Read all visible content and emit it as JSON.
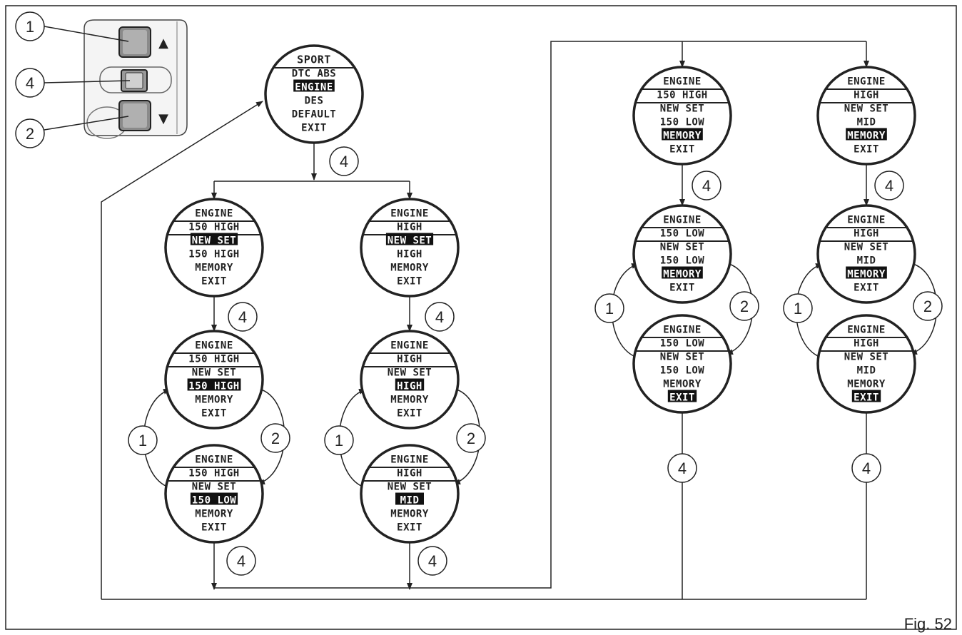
{
  "figure": {
    "label": "Fig. 52"
  },
  "keypad": {
    "callouts": [
      "1",
      "4",
      "2"
    ],
    "up_arrow": "▲",
    "down_arrow": "▼"
  },
  "menus": {
    "sport": {
      "lines": [
        "SPORT",
        "DTC ABS",
        "ENGINE",
        "DES",
        "DEFAULT",
        "EXIT"
      ],
      "highlight": 2
    },
    "a1": {
      "lines": [
        "ENGINE",
        "150 HIGH",
        "NEW SET",
        "150 HIGH",
        "MEMORY",
        "EXIT"
      ],
      "highlight": 2
    },
    "a2": {
      "lines": [
        "ENGINE",
        "150 HIGH",
        "NEW SET",
        "150 HIGH",
        "MEMORY",
        "EXIT"
      ],
      "highlight": 3
    },
    "a3": {
      "lines": [
        "ENGINE",
        "150 HIGH",
        "NEW SET",
        "150 LOW",
        "MEMORY",
        "EXIT"
      ],
      "highlight": 3
    },
    "b1": {
      "lines": [
        "ENGINE",
        "HIGH",
        "NEW SET",
        "HIGH",
        "MEMORY",
        "EXIT"
      ],
      "highlight": 2
    },
    "b2": {
      "lines": [
        "ENGINE",
        "HIGH",
        "NEW SET",
        "HIGH",
        "MEMORY",
        "EXIT"
      ],
      "highlight": 3
    },
    "b3": {
      "lines": [
        "ENGINE",
        "HIGH",
        "NEW SET",
        "MID",
        "MEMORY",
        "EXIT"
      ],
      "highlight": 3
    },
    "c1": {
      "lines": [
        "ENGINE",
        "150 HIGH",
        "NEW SET",
        "150 LOW",
        "MEMORY",
        "EXIT"
      ],
      "highlight": 4
    },
    "c2": {
      "lines": [
        "ENGINE",
        "150 LOW",
        "NEW SET",
        "150 LOW",
        "MEMORY",
        "EXIT"
      ],
      "highlight": 4
    },
    "c3": {
      "lines": [
        "ENGINE",
        "150 LOW",
        "NEW SET",
        "150 LOW",
        "MEMORY",
        "EXIT"
      ],
      "highlight": 5
    },
    "d1": {
      "lines": [
        "ENGINE",
        "HIGH",
        "NEW SET",
        "MID",
        "MEMORY",
        "EXIT"
      ],
      "highlight": 4
    },
    "d2": {
      "lines": [
        "ENGINE",
        "HIGH",
        "NEW SET",
        "MID",
        "MEMORY",
        "EXIT"
      ],
      "highlight": 4
    },
    "d3": {
      "lines": [
        "ENGINE",
        "HIGH",
        "NEW SET",
        "MID",
        "MEMORY",
        "EXIT"
      ],
      "highlight": 5
    }
  },
  "step_labels": {
    "confirm": "4",
    "up": "1",
    "down": "2"
  }
}
